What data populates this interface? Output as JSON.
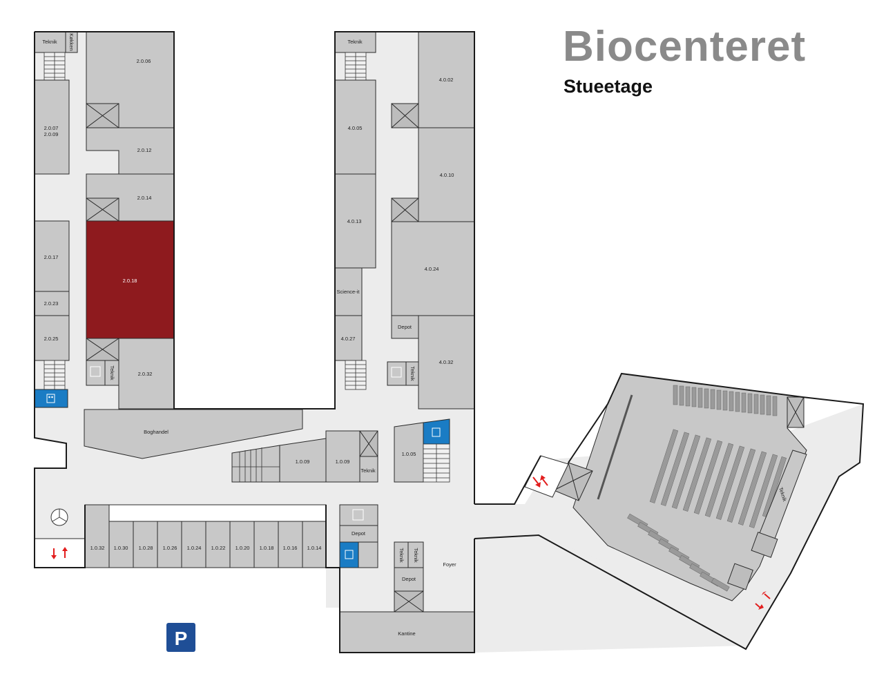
{
  "title": "Biocenteret",
  "subtitle": "Stueetage",
  "colors": {
    "room": "#c8c8c8",
    "corridor": "#ececec",
    "highlight": "#8e1a1e",
    "elevator_blue": "#1a7cc4",
    "parking_blue": "#1f4e96",
    "arrow_red": "#e21d1d",
    "title_gray": "#8a8a8a"
  },
  "rooms": {
    "teknik_a": "Teknik",
    "kokken": "Køkken",
    "r2006": "2.0.06",
    "r2007": "2.0.07",
    "r2009": "2.0.09",
    "r2012": "2.0.12",
    "r2014": "2.0.14",
    "r2017": "2.0.17",
    "r2018": "2.0.18",
    "r2023": "2.0.23",
    "r2025": "2.0.25",
    "r2032": "2.0.32",
    "teknik_b": "Teknik",
    "boghandel": "Boghandel",
    "teknik_c": "Teknik",
    "r4002": "4.0.02",
    "r4005": "4.0.05",
    "r4010": "4.0.10",
    "r4013": "4.0.13",
    "r4024": "4.0.24",
    "science_it": "Science-it",
    "r4027": "4.0.27",
    "depot_a": "Depot",
    "r4032": "4.0.32",
    "teknik_d": "Teknik",
    "r1009a": "1.0.09",
    "r1009b": "1.0.09",
    "teknik_e": "Teknik",
    "r1005": "1.0.05",
    "r1032": "1.0.32",
    "r1030": "1.0.30",
    "r1028": "1.0.28",
    "r1026": "1.0.26",
    "r1024": "1.0.24",
    "r1022": "1.0.22",
    "r1020": "1.0.20",
    "r1018": "1.0.18",
    "r1016": "1.0.16",
    "r1014": "1.0.14",
    "depot_b": "Depot",
    "teknik_f": "Teknik",
    "teknik_g": "Teknik",
    "depot_c": "Depot",
    "foyer": "Foyer",
    "kantine": "Kantine",
    "teknik_h": "Teknik"
  },
  "parking": "P",
  "icons": {
    "elevator": "elevator-icon",
    "stairs": "stairs-icon",
    "entrance": "entrance-arrows-icon",
    "parking": "parking-icon",
    "revolving_door": "revolving-door-icon"
  }
}
